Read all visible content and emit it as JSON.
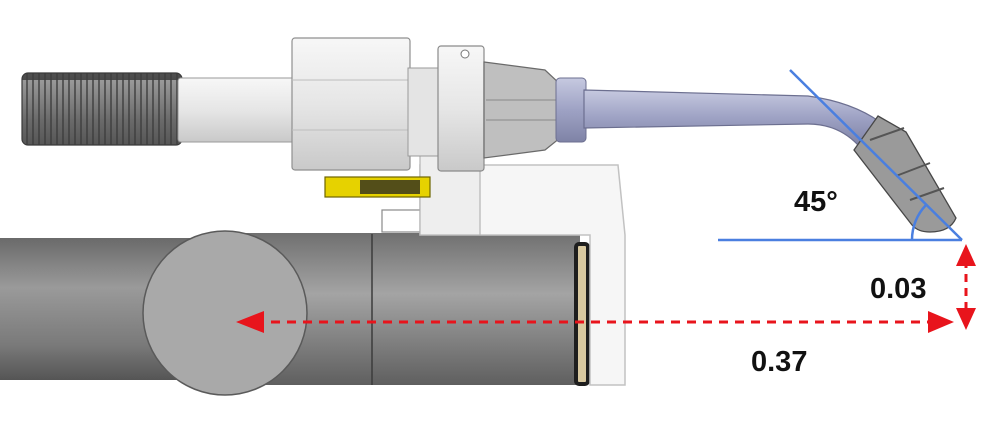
{
  "annotations": {
    "angle_label": "45°",
    "vertical_offset_label": "0.03",
    "horizontal_offset_label": "0.37"
  },
  "colors": {
    "dimension_arrows": "#e8141c",
    "angle_lines": "#4a7fe0",
    "arm_body": "#7d7d7d",
    "torch_body": "#ececec",
    "torch_neck": "#9ea2c4",
    "yellow_part": "#e6d200",
    "ring": "#d9c9a0"
  }
}
